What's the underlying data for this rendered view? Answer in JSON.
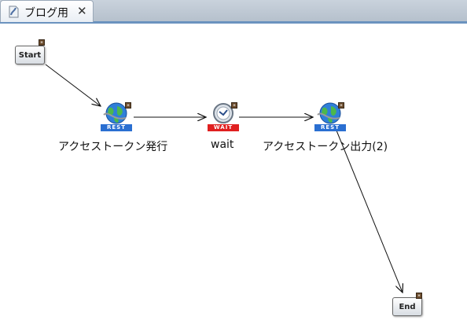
{
  "tab": {
    "label": "ブログ用",
    "close": "✕"
  },
  "nodes": {
    "start": {
      "label": "Start",
      "mark": "*"
    },
    "rest1": {
      "badge": "REST",
      "label": "アクセストークン発行",
      "mark": "*"
    },
    "wait": {
      "badge": "WAIT",
      "label": "wait",
      "mark": "*"
    },
    "rest2": {
      "badge": "REST",
      "label": "アクセストークン出力(2)",
      "mark": "*"
    },
    "end": {
      "label": "End",
      "mark": "*"
    }
  }
}
